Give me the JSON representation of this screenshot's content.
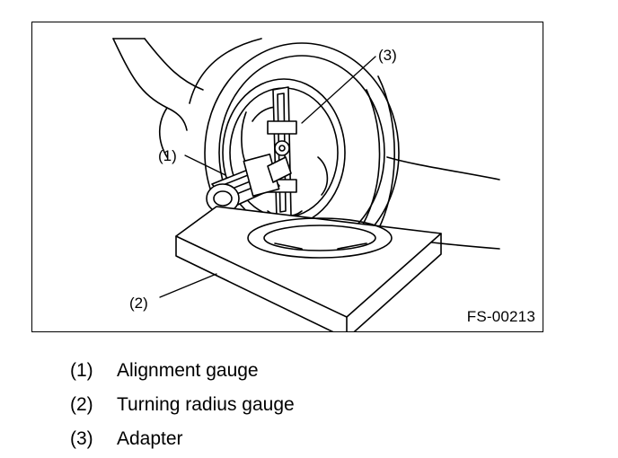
{
  "figure": {
    "id_label": "FS-00213",
    "callouts": [
      {
        "number": "(1)"
      },
      {
        "number": "(2)"
      },
      {
        "number": "(3)"
      }
    ]
  },
  "legend": [
    {
      "number": "(1)",
      "text": "Alignment gauge"
    },
    {
      "number": "(2)",
      "text": "Turning radius gauge"
    },
    {
      "number": "(3)",
      "text": "Adapter"
    }
  ]
}
